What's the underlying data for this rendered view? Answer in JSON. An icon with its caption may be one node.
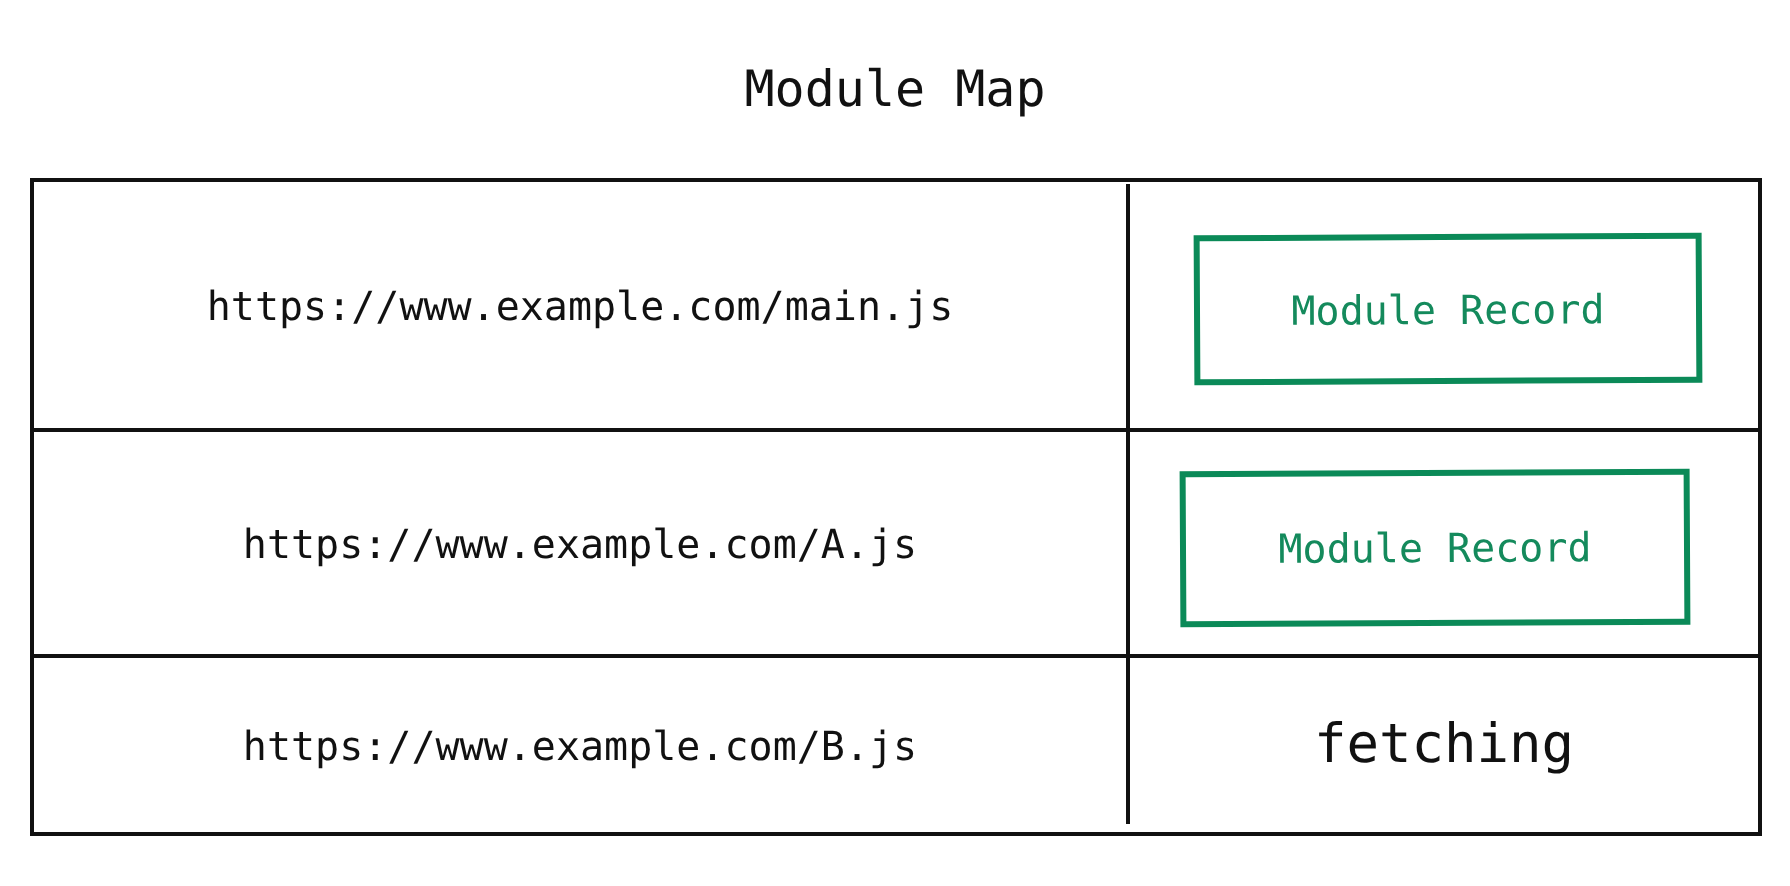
{
  "diagram": {
    "title": "Module Map",
    "nodes": [
      {
        "text": [
          "Module Record"
        ]
      },
      {
        "text": [
          "Module Record"
        ]
      }
    ],
    "labels": [
      "https://www.example.com/main.js",
      "https://www.example.com/A.js",
      "https://www.example.com/B.js",
      "fetching"
    ]
  }
}
